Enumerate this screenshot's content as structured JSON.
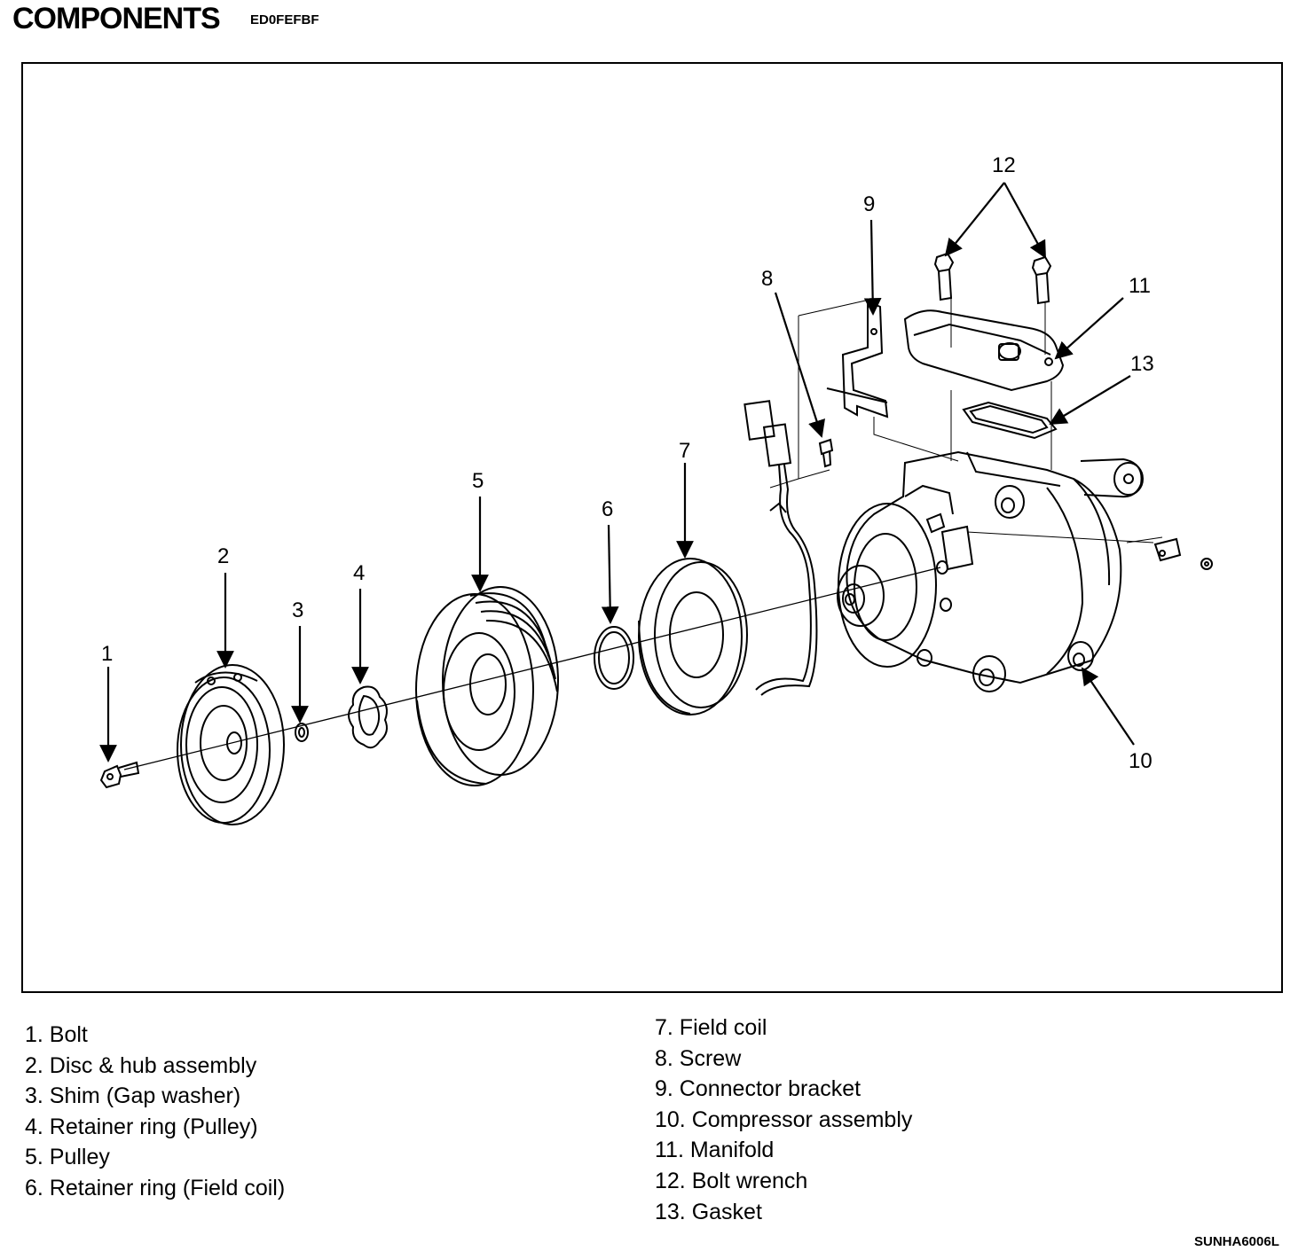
{
  "header": {
    "title": "COMPONENTS",
    "code": "ED0FEFBF"
  },
  "callouts": [
    "1",
    "2",
    "3",
    "4",
    "5",
    "6",
    "7",
    "8",
    "9",
    "10",
    "11",
    "12",
    "13"
  ],
  "legend": {
    "left": [
      "1. Bolt",
      "2. Disc & hub assembly",
      "3. Shim (Gap washer)",
      "4. Retainer ring (Pulley)",
      "5. Pulley",
      "6. Retainer ring (Field coil)"
    ],
    "right": [
      "7. Field coil",
      "8. Screw",
      "9. Connector bracket",
      "10. Compressor assembly",
      "11. Manifold",
      "12. Bolt wrench",
      "13. Gasket"
    ]
  },
  "figure_id": "SUNHA6006L"
}
